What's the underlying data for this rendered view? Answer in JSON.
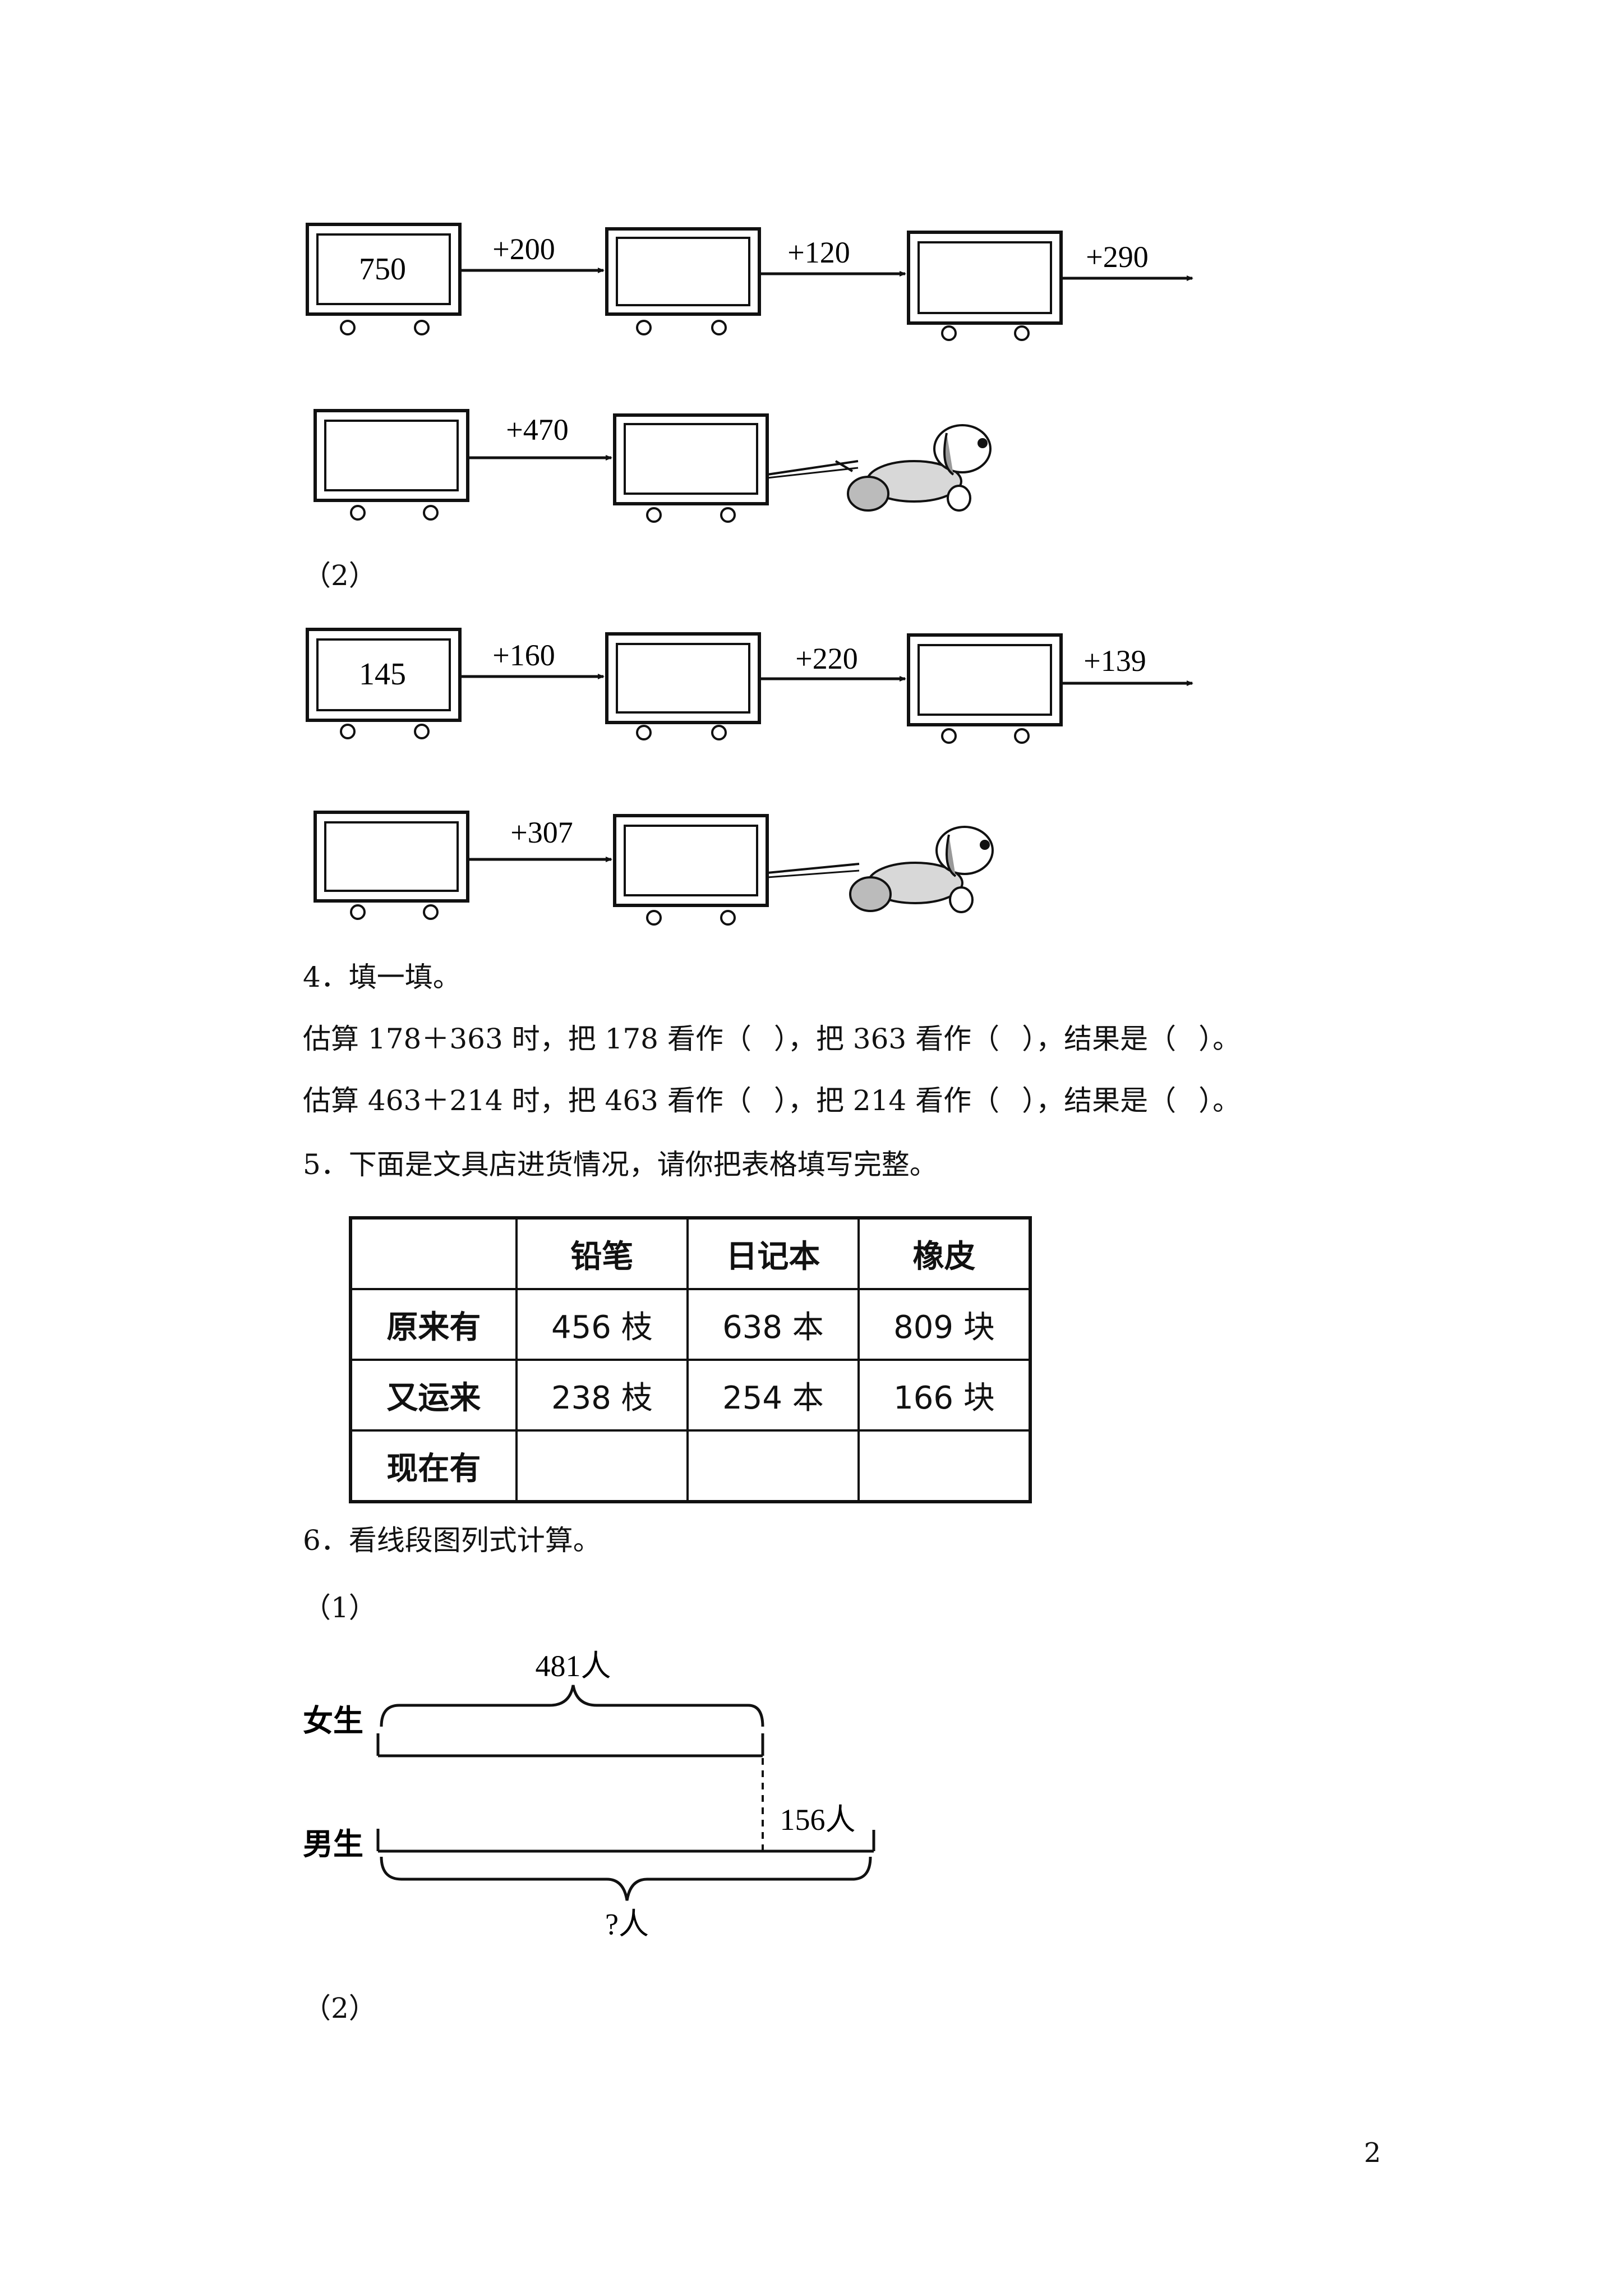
{
  "part1": {
    "start_value": "750",
    "steps": [
      "+200",
      "+120",
      "+290",
      "+470"
    ]
  },
  "part2": {
    "label": "（2）",
    "start_value": "145",
    "steps": [
      "+160",
      "+220",
      "+139",
      "+307"
    ]
  },
  "q4": {
    "title": "4．填一填。",
    "line1": [
      "估算 178＋363 时，把 178 看作（",
      "），把 363 看作（",
      "），结果是（",
      "）。"
    ],
    "line2": [
      "估算 463＋214 时，把 463 看作（",
      "），把 214 看作（",
      "），结果是（",
      "）。"
    ]
  },
  "q5": {
    "title": "5．下面是文具店进货情况，请你把表格填写完整。",
    "headers": [
      "",
      "铅笔",
      "日记本",
      "橡皮"
    ],
    "rows": [
      [
        "原来有",
        "456 枝",
        "638 本",
        "809 块"
      ],
      [
        "又运来",
        "238 枝",
        "254 本",
        "166 块"
      ],
      [
        "现在有",
        "",
        "",
        ""
      ]
    ]
  },
  "q6": {
    "title": "6．看线段图列式计算。",
    "sub1": "（1）",
    "girls_label": "女生",
    "boys_label": "男生",
    "girls_count": "481人",
    "extra_count": "156人",
    "total_unknown": "?人",
    "sub2": "（2）"
  },
  "page_number": "2"
}
